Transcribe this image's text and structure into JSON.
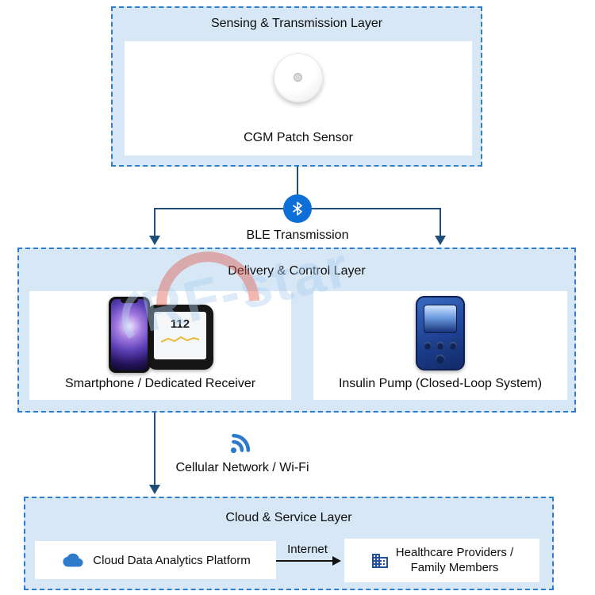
{
  "watermark": {
    "text": "RF-star"
  },
  "icons": [
    "bluetooth-icon",
    "wifi-icon",
    "cloud-icon",
    "hospital-building-icon"
  ],
  "colors": {
    "layer_fill": "#d7e7f6",
    "layer_border": "#2f7ec9",
    "connector": "#1f4e79",
    "bluetooth_blue": "#0e6fd6",
    "wifi_blue": "#2e7bcb",
    "cloud_blue": "#2e7bcb",
    "building_blue": "#1f4fa0",
    "internet_arrow": "#111111",
    "watermark_blue": "#aed0ee",
    "watermark_red": "#e05548"
  },
  "sensing_layer": {
    "title": "Sensing & Transmission Layer",
    "sensor_label": "CGM Patch Sensor"
  },
  "connections": {
    "ble_label": "BLE Transmission",
    "cellular_label": "Cellular Network / Wi-Fi",
    "internet_label": "Internet"
  },
  "delivery_layer": {
    "title": "Delivery & Control Layer",
    "receiver_label": "Smartphone / Dedicated Receiver",
    "receiver_screen_value": "112",
    "pump_label": "Insulin Pump (Closed-Loop System)"
  },
  "cloud_layer": {
    "title": "Cloud & Service Layer",
    "analytics_label": "Cloud Data Analytics Platform",
    "healthcare_label_line1": "Healthcare Providers /",
    "healthcare_label_line2": "Family Members"
  }
}
